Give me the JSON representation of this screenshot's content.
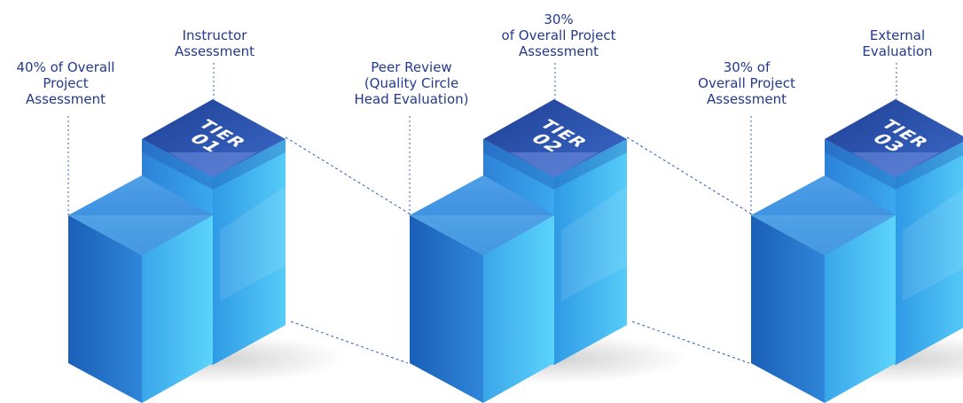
{
  "labels": {
    "tier1_front": [
      "40% of Overall",
      "Project",
      "Assessment"
    ],
    "tier1_back": [
      "Instructor",
      "Assessment"
    ],
    "tier2_front": [
      "Peer Review",
      "(Quality Circle",
      "Head Evaluation)"
    ],
    "tier2_back": [
      "30%",
      "of Overall Project",
      "Assessment"
    ],
    "tier3_front": [
      "30% of",
      "Overall Project",
      "Assessment"
    ],
    "tier3_back": [
      "External",
      "Evaluation"
    ]
  },
  "tiers": [
    {
      "word": "TIER",
      "number": "01"
    },
    {
      "word": "TIER",
      "number": "02"
    },
    {
      "word": "TIER",
      "number": "03"
    }
  ],
  "colors": {
    "label_text": "#233a8c",
    "top_face": "#2a4fa8",
    "top_face_light": "#4f7fd6",
    "face_dark": "#1f68c4",
    "face_light": "#46c6f7",
    "guide_line": "#2d5fb8",
    "tier_text": "#ffffff"
  }
}
